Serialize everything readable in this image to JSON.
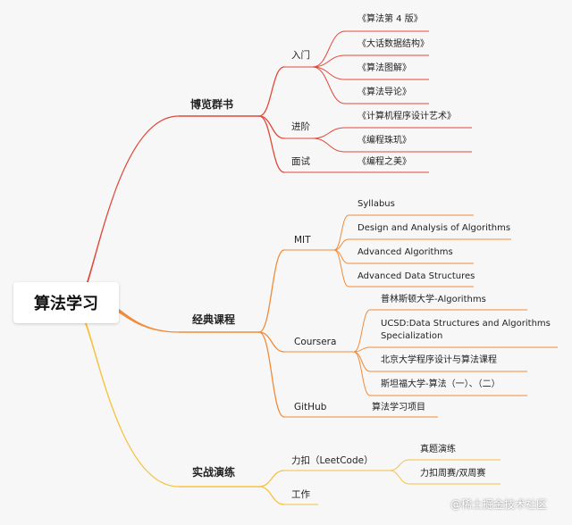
{
  "root": "算法学习",
  "colors": {
    "red": "#e0483a",
    "orange": "#f08b3a",
    "yellow": "#f6c240"
  },
  "branches": [
    {
      "label": "博览群书",
      "color": "red",
      "children": [
        {
          "label": "入门",
          "leaves": [
            "《算法第 4 版》",
            "《大话数据结构》",
            "《算法图解》",
            "《算法导论》"
          ]
        },
        {
          "label": "进阶",
          "leaves": [
            "《计算机程序设计艺术》",
            "《编程珠玑》"
          ]
        },
        {
          "label": "面试",
          "leaves": [
            "《编程之美》"
          ]
        }
      ]
    },
    {
      "label": "经典课程",
      "color": "orange",
      "children": [
        {
          "label": "MIT",
          "leaves": [
            "Syllabus",
            "Design and Analysis of Algorithms",
            "Advanced Algorithms",
            "Advanced Data Structures"
          ]
        },
        {
          "label": "Coursera",
          "leaves": [
            "普林斯顿大学-Algorithms",
            "UCSD:Data Structures and Algorithms\nSpecialization",
            "北京大学程序设计与算法课程",
            "斯坦福大学-算法（一）、（二）"
          ]
        },
        {
          "label": "GitHub",
          "leaves": [
            "算法学习项目"
          ]
        }
      ]
    },
    {
      "label": "实战演练",
      "color": "yellow",
      "children": [
        {
          "label": "力扣（LeetCode）",
          "leaves": [
            "真题演练",
            "力扣周赛/双周赛"
          ]
        },
        {
          "label": "工作",
          "leaves": []
        }
      ]
    }
  ],
  "watermark": "@稀土掘金技术社区"
}
